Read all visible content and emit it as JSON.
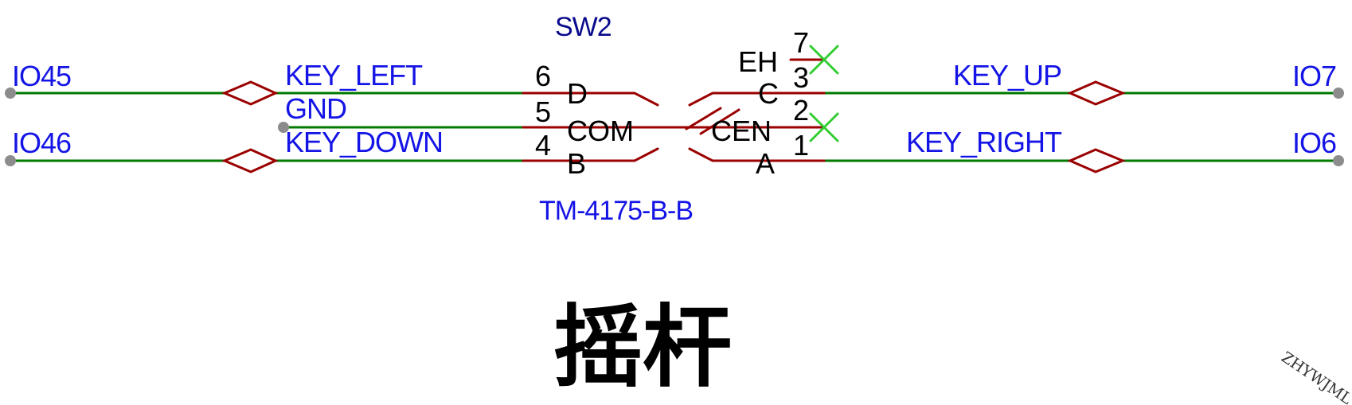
{
  "colors": {
    "net_label": "#1414e6",
    "ref_label": "#0a0a8c",
    "wire": "#007a00",
    "pin": "#9b0000",
    "no_connect": "#33cc33"
  },
  "component": {
    "designator": "SW2",
    "part_number": "TM-4175-B-B",
    "pin_numbers": {
      "p7": "7",
      "p6": "6",
      "p5": "5",
      "p4": "4",
      "p3": "3",
      "p2": "2",
      "p1": "1"
    },
    "pin_names": {
      "eh": "EH",
      "d": "D",
      "com": "COM",
      "b": "B",
      "c": "C",
      "cen": "CEN",
      "a": "A"
    }
  },
  "nets": {
    "io45": "IO45",
    "io46": "IO46",
    "io7": "IO7",
    "io6": "IO6",
    "key_left": "KEY_LEFT",
    "key_down": "KEY_DOWN",
    "key_up": "KEY_UP",
    "key_right": "KEY_RIGHT",
    "gnd": "GND"
  },
  "caption": "摇杆",
  "watermark": "ZHYWJML"
}
